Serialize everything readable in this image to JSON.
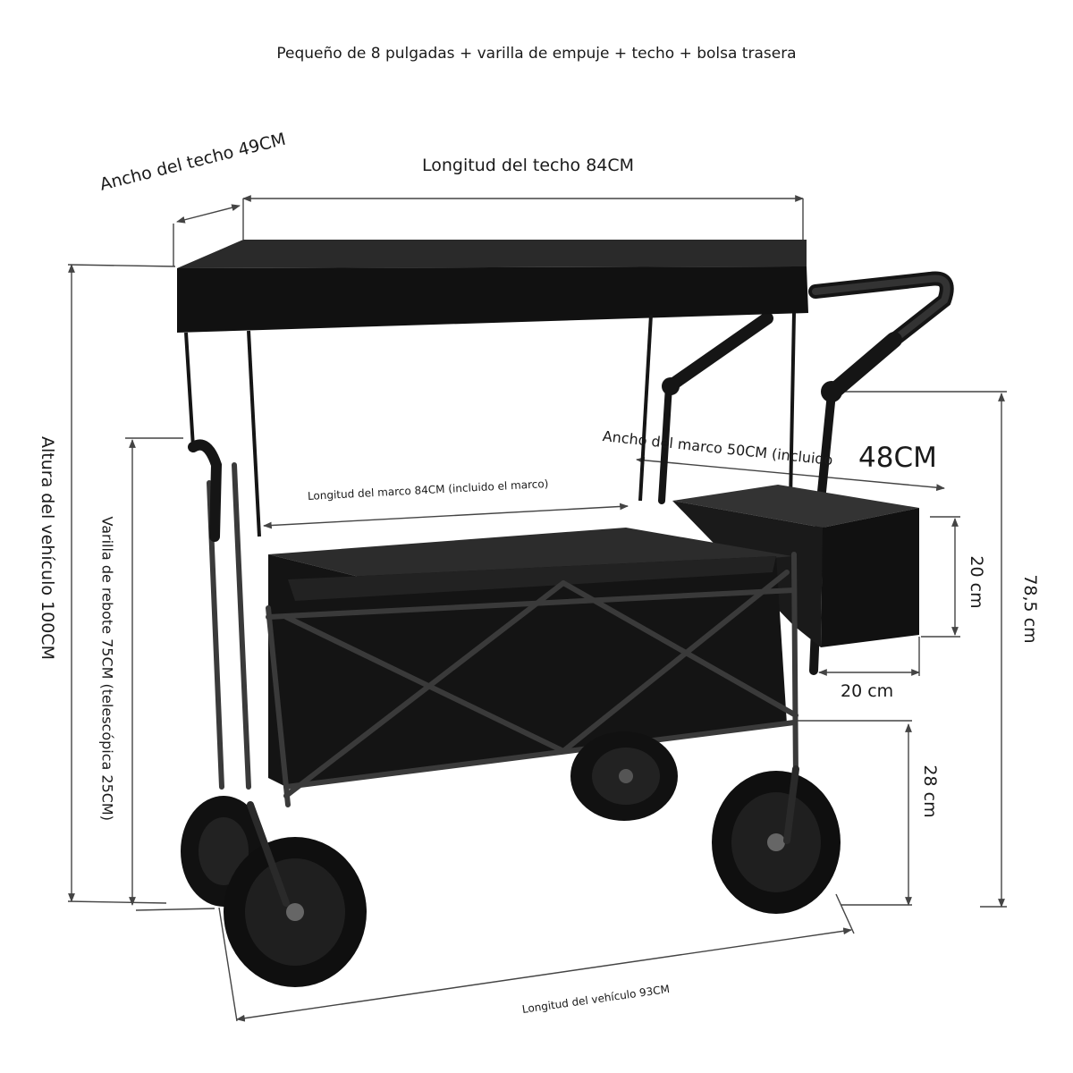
{
  "title": "Pequeño de 8 pulgadas + varilla de empuje + techo + bolsa trasera",
  "labels": {
    "roof_width": "Ancho del techo 49CM",
    "roof_length": "Longitud del techo 84CM",
    "frame_width": "Ancho del marco 50CM (incluido",
    "basket_width": "48CM",
    "frame_length": "Longitud del marco 84CM (incluido el marco)",
    "vehicle_height": "Altura del vehículo 100CM",
    "rod_height": "Varilla de rebote 75CM (telescópica 25CM)",
    "basket_height": "20 cm",
    "basket_depth": "20 cm",
    "total_right_height": "78,5 cm",
    "ground_clearance": "28 cm",
    "vehicle_length": "Longitud del vehículo 93CM"
  },
  "colors": {
    "product": "#151515",
    "frame": "#2a2a2a",
    "dimension_line": "#444444"
  }
}
